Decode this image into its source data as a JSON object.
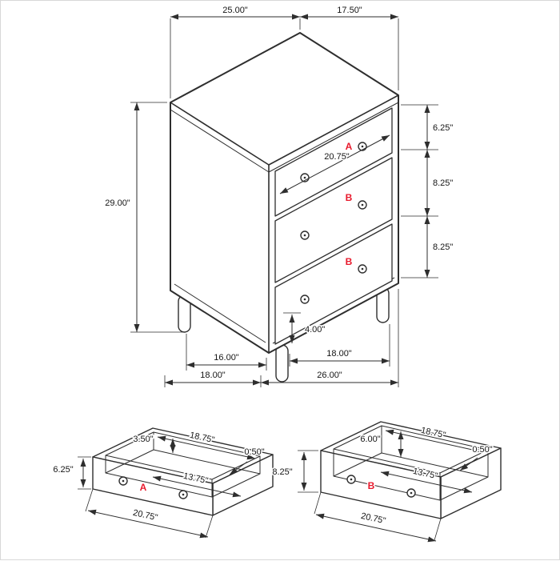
{
  "chest": {
    "labels": {
      "a": "A",
      "b1": "B",
      "b2": "B"
    },
    "dims": {
      "top_width": "25.00\"",
      "top_depth": "17.50\"",
      "height": "29.00\"",
      "drawer_a_height": "6.25\"",
      "drawer_b1_height": "8.25\"",
      "drawer_b2_height": "8.25\"",
      "drawer_front_width": "20.75\"",
      "leg_height": "4.00\"",
      "leg_span_depth": "16.00\"",
      "leg_span_width": "18.00\"",
      "overall_depth": "18.00\"",
      "overall_width": "26.00\""
    }
  },
  "drawer_a": {
    "label": "A",
    "dims": {
      "inner_depth": "3.50\"",
      "top_inner_width": "18.75\"",
      "wall_thickness": "0.50\"",
      "inner_width": "13.75\"",
      "front_height": "6.25\"",
      "front_width": "20.75\""
    }
  },
  "drawer_b": {
    "label": "B",
    "dims": {
      "inner_depth": "6.00\"",
      "top_inner_width": "18.75\"",
      "wall_thickness": "0.50\"",
      "inner_width": "13.75\"",
      "front_height": "8.25\"",
      "front_width": "20.75\""
    }
  },
  "colors": {
    "line": "#2e2e2e",
    "dimension_text": "#151515",
    "accent_red": "#e8192c",
    "background": "#ffffff"
  }
}
